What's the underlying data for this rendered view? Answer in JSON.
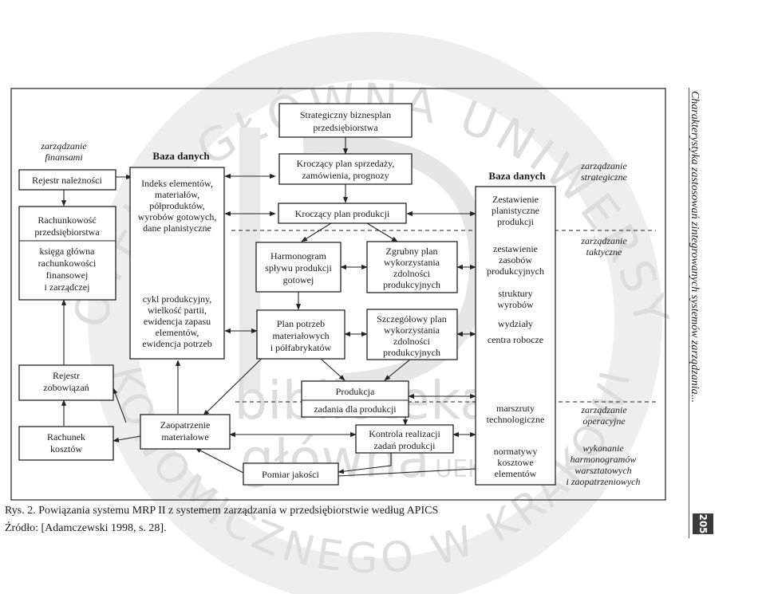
{
  "boxes": {
    "strategic_plan": [
      "Strategiczny biznesplan",
      "przedsiębiorstwa"
    ],
    "sales_plan": [
      "Kroczący plan sprzedaży,",
      "zamówienia, prognozy"
    ],
    "production_plan": [
      "Kroczący plan produkcji"
    ],
    "schedule": [
      "Harmonogram",
      "spływu produkcji",
      "gotowej"
    ],
    "rough_capacity": [
      "Zgrubny plan",
      "wykorzystania",
      "zdolności",
      "produkcyjnych"
    ],
    "material_plan": [
      "Plan potrzeb",
      "materiałowych",
      "i półfabrykatów"
    ],
    "detailed_capacity": [
      "Szczegółowy plan",
      "wykorzystania",
      "zdolności",
      "produkcyjnych"
    ],
    "production": "Produkcja",
    "production_tasks": "zadania dla produkcji",
    "control": [
      "Kontrola realizacji",
      "zadań produkcji"
    ],
    "measurement": "Pomiar jakości",
    "supply": [
      "Zaopatrzenie",
      "materiałowe"
    ],
    "receivables": "Rejestr należności",
    "accounting": [
      "Rachunkowość",
      "przedsiębiorstwa"
    ],
    "ledger": [
      "księga główna",
      "rachunkowości",
      "finansowej",
      "i zarządczej"
    ],
    "liabilities": [
      "Rejestr",
      "zobowiązań"
    ],
    "costs": [
      "Rachunek",
      "kosztów"
    ]
  },
  "database_left": {
    "title": "Baza danych",
    "top": [
      "Indeks elementów,",
      "materiałów,",
      "półproduktów,",
      "wyrobów gotowych,",
      "dane planistyczne"
    ],
    "bottom": [
      "cykl produkcyjny,",
      "wielkość partii,",
      "ewidencja zapasu",
      "elementów,",
      "ewidencja potrzeb"
    ]
  },
  "database_right": {
    "title": "Baza danych",
    "items": [
      [
        "Zestawienie",
        "planistyczne",
        "produkcji"
      ],
      [
        "zestawienie",
        "zasobów",
        "produkcyjnych"
      ],
      [
        "struktury",
        "wyrobów"
      ],
      [
        "wydziały"
      ],
      [
        "centra robocze"
      ],
      [
        "marszruty",
        "technologiczne"
      ],
      [
        "normatywy",
        "kosztowe",
        "elementów"
      ]
    ]
  },
  "labels": {
    "finance": [
      "zarządzanie",
      "finansami"
    ],
    "strategic": [
      "zarządzanie",
      "strategiczne"
    ],
    "tactical": [
      "zarządzanie",
      "taktyczne"
    ],
    "operational": [
      "zarządzanie",
      "operacyjne"
    ],
    "execution": [
      "wykonanie",
      "harmonogramów",
      "warsztatowych",
      "i zaopatrzeniowych"
    ]
  },
  "watermark": {
    "arc_top": "BIBLIOTEKA GŁÓWNA UNIWERSYTETU",
    "arc_bottom": "EKONOMICZNEGO W KRAKOWIE",
    "center_1": "biblioteka",
    "center_2": "główna",
    "center_small": "UEK"
  },
  "caption": {
    "figure": "Rys. 2. Powiązania systemu MRP II z systemem zarządzania w przedsiębiorstwie według APICS",
    "source": "Źródło: [Adamczewski 1998, s. 28]."
  },
  "side_title": "Charakterystyka zastosowań zintegrowanych systemów zarządzania...",
  "page_number": "205"
}
